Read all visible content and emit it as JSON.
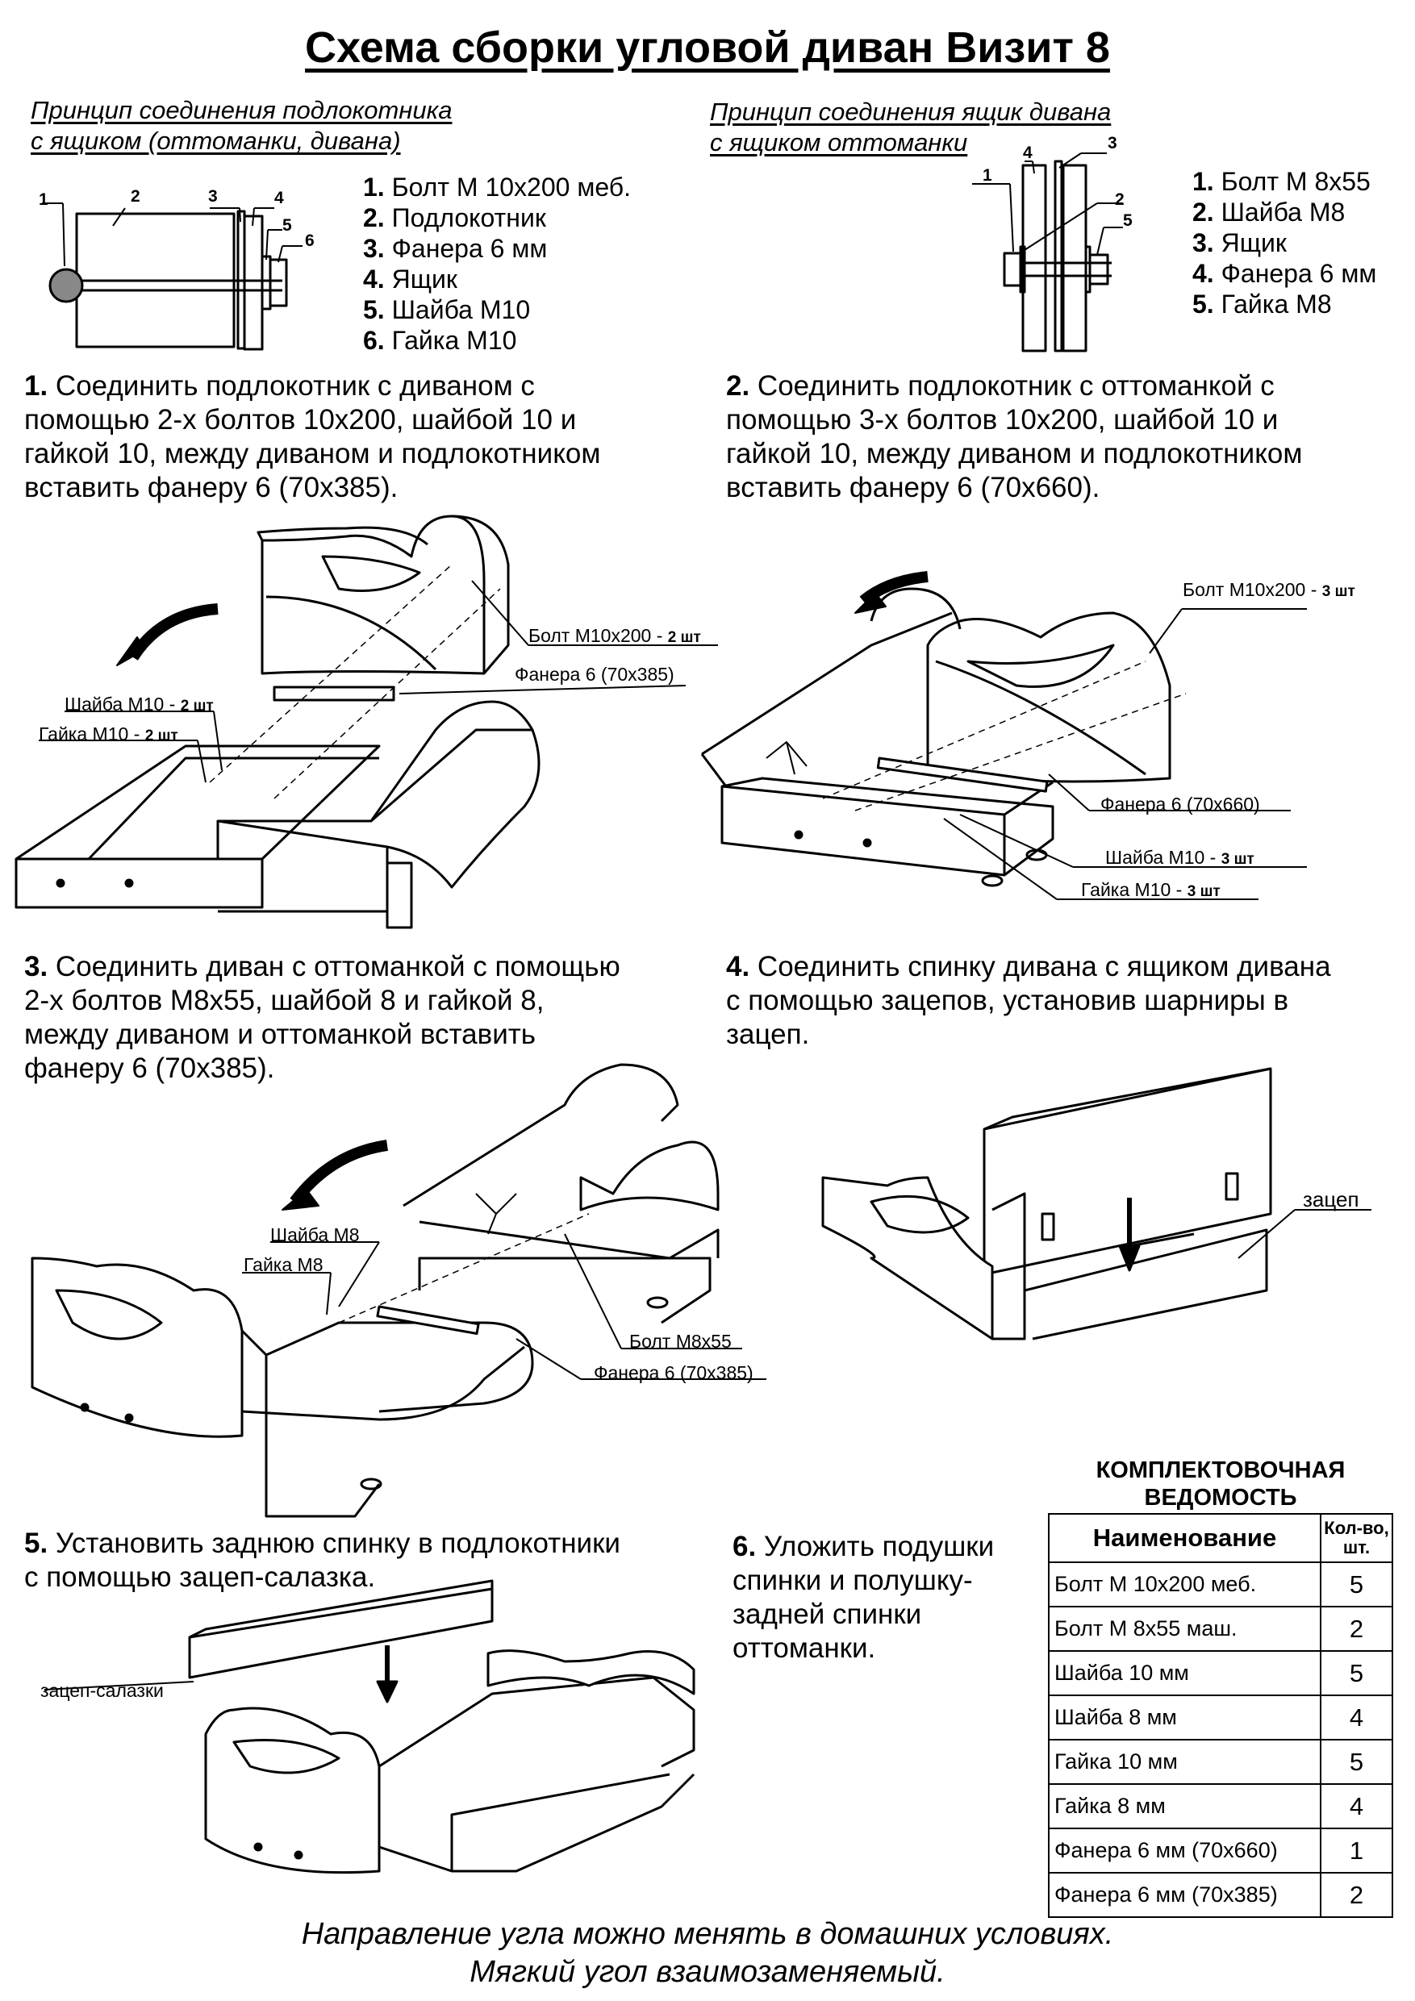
{
  "title": "Схема сборки угловой диван Визит 8",
  "principle1": {
    "line1": "Принцип соединения подлокотника",
    "line2": "с ящиком (оттоманки, дивана)",
    "callouts": [
      "1",
      "2",
      "3",
      "4",
      "5",
      "6"
    ],
    "parts": [
      {
        "num": "1.",
        "text": " Болт М 10x200 меб."
      },
      {
        "num": "2.",
        "text": " Подлокотник"
      },
      {
        "num": "3.",
        "text": " Фанера 6 мм"
      },
      {
        "num": "4.",
        "text": " Ящик"
      },
      {
        "num": "5.",
        "text": " Шайба М10"
      },
      {
        "num": "6.",
        "text": " Гайка М10"
      }
    ]
  },
  "principle2": {
    "line1": "Принцип соединения ящик дивана",
    "line2": "с ящиком оттоманки",
    "callouts": [
      "1",
      "2",
      "3",
      "4",
      "5"
    ],
    "parts": [
      {
        "num": "1.",
        "text": " Болт М 8x55"
      },
      {
        "num": "2.",
        "text": " Шайба М8"
      },
      {
        "num": "3.",
        "text": " Ящик"
      },
      {
        "num": "4.",
        "text": " Фанера 6 мм"
      },
      {
        "num": "5.",
        "text": " Гайка М8"
      }
    ]
  },
  "steps": {
    "s1": {
      "num": "1.",
      "l1": " Соединить подлокотник с диваном с",
      "l2": "помощью 2-х болтов 10x200, шайбой 10 и",
      "l3": "гайкой 10, между диваном и подлокотником",
      "l4": "вставить фанеру 6 (70x385)."
    },
    "s2": {
      "num": "2.",
      "l1": " Соединить подлокотник с оттоманкой с",
      "l2": "помощью 3-х болтов 10x200, шайбой 10 и",
      "l3": "гайкой 10, между диваном и подлокотником",
      "l4": "вставить фанеру 6 (70x660)."
    },
    "s3": {
      "num": "3.",
      "l1": " Соединить диван с оттоманкой с помощью",
      "l2": "2-х болтов М8x55, шайбой 8 и гайкой 8,",
      "l3": "между диваном и оттоманкой вставить",
      "l4": "фанеру 6 (70x385)."
    },
    "s4": {
      "num": "4.",
      "l1": " Соединить спинку дивана с ящиком дивана",
      "l2": "с помощью зацепов, установив шарниры в",
      "l3": "зацеп."
    },
    "s5": {
      "num": "5.",
      "l1": " Установить заднюю спинку в подлокотники",
      "l2": "с помощью зацеп-салазка."
    },
    "s6": {
      "num": "6.",
      "l1": " Уложить подушки",
      "l2": "спинки и полушку-",
      "l3": "задней спинки",
      "l4": "оттоманки."
    }
  },
  "labels": {
    "d1_bolt": "Болт М10x200 - ",
    "d1_bolt_qty": "2 шт",
    "d1_ply": "Фанера 6 (70x385)",
    "d1_washer": "Шайба М10 - ",
    "d1_washer_qty": "2 шт",
    "d1_nut": "Гайка М10 - ",
    "d1_nut_qty": "2 шт",
    "d2_bolt": "Болт М10x200 - ",
    "d2_bolt_qty": "3 шт",
    "d2_ply": "Фанера 6 (70x660)",
    "d2_washer": "Шайба М10 - ",
    "d2_washer_qty": "3 шт",
    "d2_nut": "Гайка М10 - ",
    "d2_nut_qty": "3 шт",
    "d3_washer": "Шайба М8",
    "d3_nut": "Гайка М8",
    "d3_bolt": "Болт М8x55",
    "d3_ply": "Фанера 6 (70x385)",
    "d4_hook": "зацеп",
    "d5_hook": "зацеп-салазки"
  },
  "kit": {
    "title1": "КОМПЛЕКТОВОЧНАЯ",
    "title2": "ВЕДОМОСТЬ",
    "col_name": "Наименование",
    "col_qty1": "Кол-во,",
    "col_qty2": "шт.",
    "rows": [
      {
        "name": "Болт М 10x200 меб.",
        "qty": "5"
      },
      {
        "name": "Болт М 8x55 маш.",
        "qty": "2"
      },
      {
        "name": "Шайба 10 мм",
        "qty": "5"
      },
      {
        "name": "Шайба 8 мм",
        "qty": "4"
      },
      {
        "name": "Гайка 10 мм",
        "qty": "5"
      },
      {
        "name": "Гайка 8 мм",
        "qty": "4"
      },
      {
        "name": "Фанера 6 мм (70x660)",
        "qty": "1"
      },
      {
        "name": "Фанера 6 мм (70x385)",
        "qty": "2"
      }
    ]
  },
  "footer": {
    "line1": "Направление угла можно менять в домашних условиях.",
    "line2": "Мягкий угол взаимозаменяемый."
  }
}
